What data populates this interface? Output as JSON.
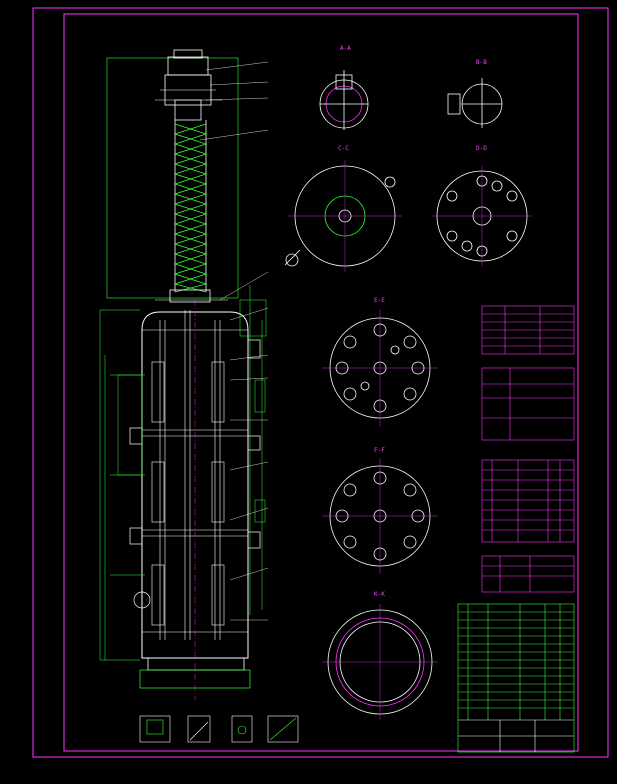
{
  "colors": {
    "background": "#000000",
    "frame": "#ff33ff",
    "structure": "#ffffff",
    "packing": "#33ff33",
    "dimension": "#ffffff",
    "title_block": "#33ff33",
    "annotation": "#ff33ff"
  },
  "drawing": {
    "sections": {
      "aa": "A-A",
      "bb": "B-B",
      "cc": "C-C",
      "dd": "D-D",
      "ee": "E-E",
      "ff": "F-F",
      "kk": "K-K"
    }
  }
}
